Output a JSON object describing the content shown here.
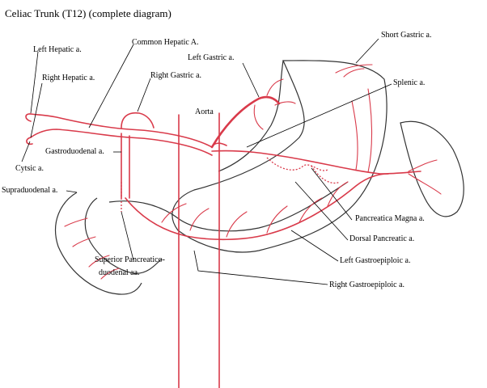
{
  "title": "Celiac Trunk (T12) (complete diagram)",
  "labels": {
    "left_hepatic": "Left Hepatic a.",
    "common_hepatic": "Common Hepatic A.",
    "left_gastric": "Left Gastric a.",
    "short_gastric": "Short Gastric a.",
    "right_hepatic": "Right Hepatic a.",
    "right_gastric": "Right Gastric a.",
    "splenic": "Splenic a.",
    "aorta": "Aorta",
    "gastroduodenal": "Gastroduodenal a.",
    "cystic": "Cytsic a.",
    "supraduodenal": "Supraduodenal a.",
    "pancreatica_magna": "Pancreatica Magna a.",
    "dorsal_pancreatic": "Dorsal Pancreatic a.",
    "left_gastroepiploic": "Left Gastroepiploic a.",
    "superior_pancreatico_line1": "Superior Pancreatico-",
    "superior_pancreatico_line2": "duodenal aa.",
    "right_gastroepiploic": "Right Gastroepiploic a."
  },
  "colors": {
    "vessel": "#d93a4a",
    "organ_outline": "#333333",
    "text": "#000000"
  }
}
